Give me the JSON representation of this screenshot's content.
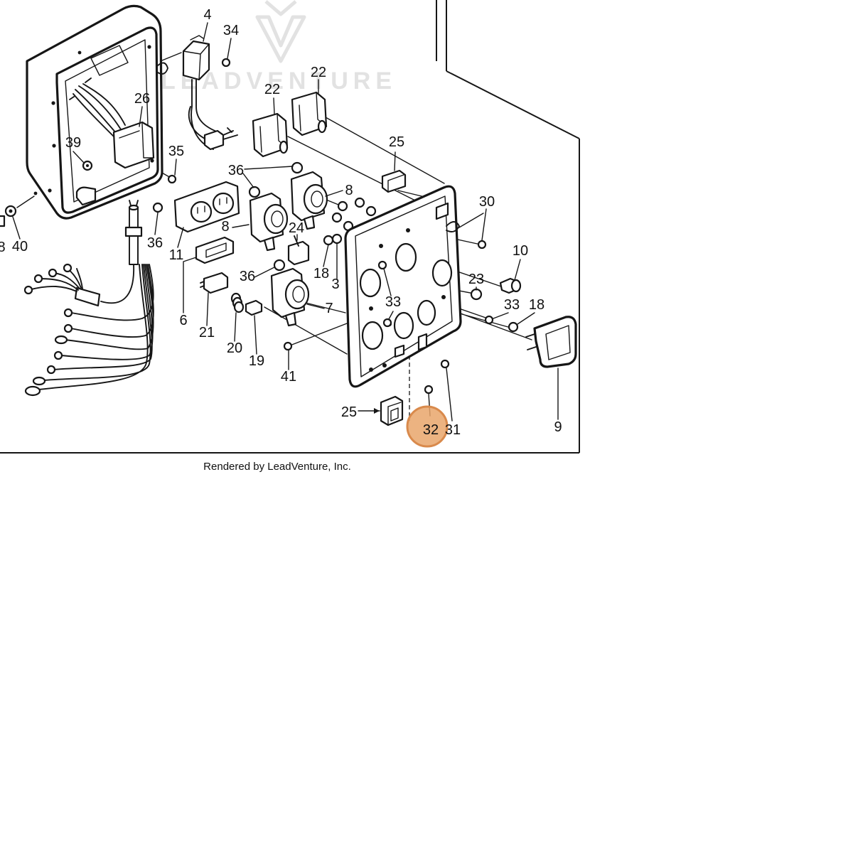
{
  "diagram": {
    "watermark": "LEADVENTURE",
    "caption": "Rendered by LeadVenture, Inc."
  },
  "callouts": [
    "4",
    "34",
    "22",
    "22",
    "26",
    "39",
    "35",
    "25",
    "36",
    "8",
    "30",
    "8",
    "24",
    "10",
    "40",
    "8",
    "36",
    "11",
    "18",
    "36",
    "3",
    "23",
    "33",
    "33",
    "18",
    "7",
    "6",
    "21",
    "20",
    "19",
    "41",
    "9",
    "25",
    "31"
  ],
  "highlight": {
    "label": "32"
  },
  "colors": {
    "ink": "#161616",
    "highlight_fill": "#e9a66b",
    "highlight_ring": "#d98a4c",
    "watermark": "#e2e2e2"
  }
}
